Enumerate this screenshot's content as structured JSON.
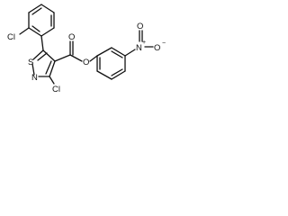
{
  "atoms": {
    "cl_phenyl": "Cl",
    "cl_ring": "Cl",
    "s": "S",
    "n_ring": "N",
    "o_carbonyl": "O",
    "o_ester": "O",
    "n_nitro": "N",
    "o_nitro_top": "O",
    "o_nitro_right": "O",
    "plus": "+",
    "minus": "−"
  }
}
